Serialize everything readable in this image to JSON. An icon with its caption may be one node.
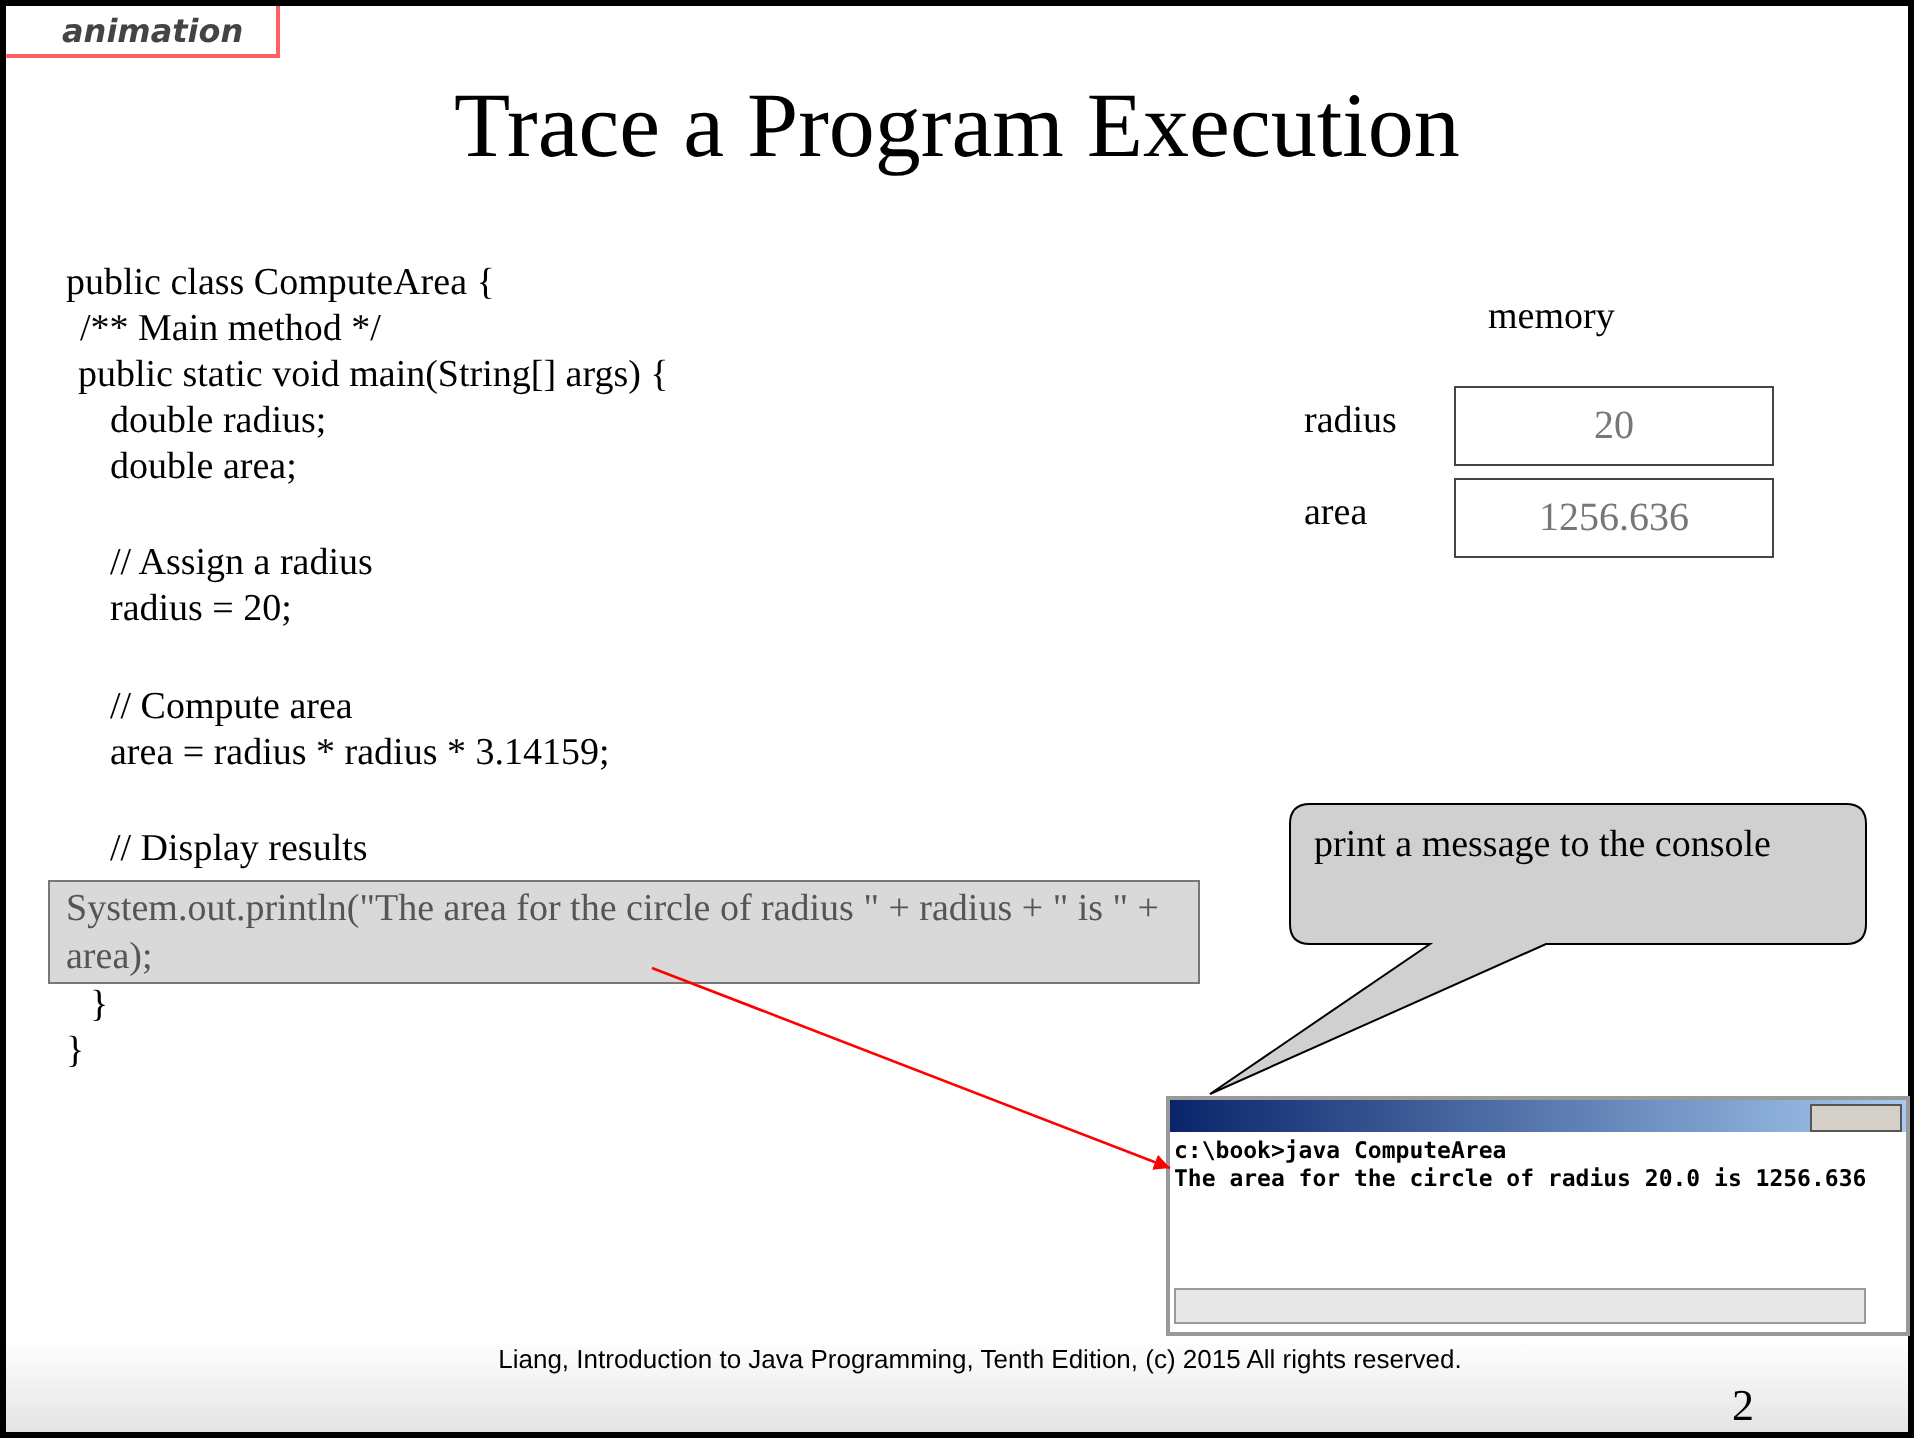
{
  "diagram": {
    "title": "Trace a Program Execution",
    "nodes": [
      {
        "text": [
          "animation"
        ]
      },
      {
        "text": [
          "20"
        ],
        "beside": [
          "radius"
        ]
      },
      {
        "text": [
          "1256.636"
        ],
        "beside": [
          "area"
        ]
      },
      {
        "text": [
          "System.out.println(\"The area for the circle of radius \" + radius + \" is \" + area);"
        ]
      },
      {
        "text": [
          "print a message to the console"
        ]
      },
      {
        "text": [
          "c:\\book>java ComputeArea",
          "The area for the circle of radius 20.0 is 1256.636"
        ]
      }
    ],
    "edges": [
      {
        "from": 3,
        "to": 5,
        "arrow": "to",
        "color": "#ff0000"
      }
    ],
    "labels": [
      "memory",
      "public class ComputeArea {",
      "/** Main method */",
      "public static void main(String[] args) {",
      "double radius;",
      "double area;",
      "// Assign a radius",
      "radius = 20;",
      "// Compute area",
      "area = radius * radius * 3.14159;",
      "// Display results",
      "}",
      "}",
      "Liang, Introduction to Java Programming, Tenth Edition, (c) 2015 All rights reserved.",
      "2"
    ]
  }
}
